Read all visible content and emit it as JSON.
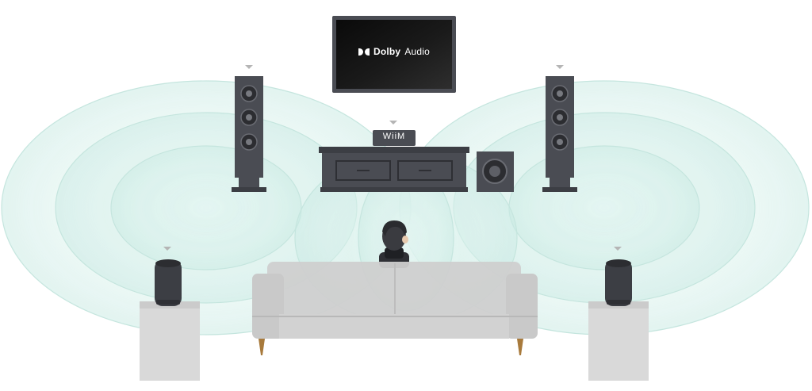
{
  "tv": {
    "brand": "Dolby",
    "product": "Audio",
    "logo_icon": "dolby-double-d-icon"
  },
  "streamer": {
    "label": "WiiM"
  },
  "colors": {
    "wave": "#bfe6df",
    "speaker_dark": "#4a4c53",
    "sofa": "#cfcfcf",
    "pedestal": "#d9d9d9",
    "marker": "#b5b5b5"
  },
  "icons": [
    "position-marker-icon",
    "woofer-icon"
  ]
}
